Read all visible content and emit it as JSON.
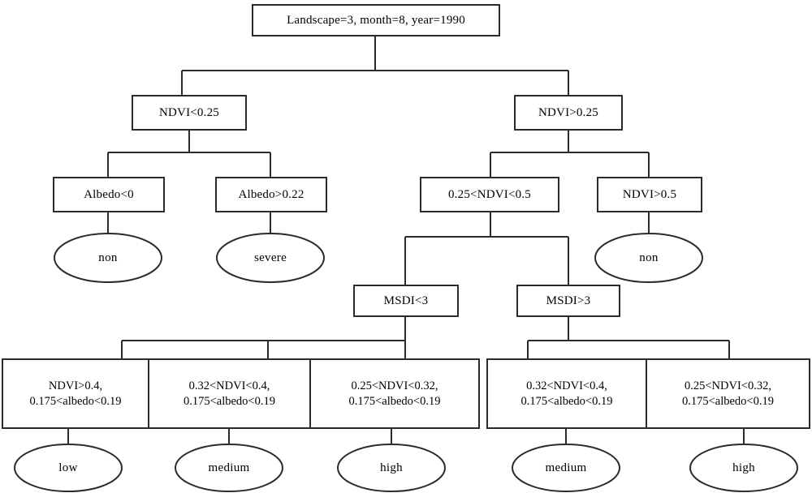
{
  "diagram": {
    "type": "decision-tree",
    "title_node": "Landscape=3, month=8, year=1990",
    "style": {
      "background": "#ffffff",
      "stroke": "#2b2b2b",
      "node_fill": "#ffffff",
      "text_color": "#000000"
    }
  },
  "nodes": {
    "root": {
      "label": "Landscape=3, month=8, year=1990",
      "shape": "rect"
    },
    "l1_left": {
      "label": "NDVI<0.25",
      "shape": "rect"
    },
    "l1_right": {
      "label": "NDVI>0.25",
      "shape": "rect"
    },
    "l2_a": {
      "label": "Albedo<0",
      "shape": "rect"
    },
    "l2_b": {
      "label": "Albedo>0.22",
      "shape": "rect"
    },
    "l2_c": {
      "label": "0.25<NDVI<0.5",
      "shape": "rect"
    },
    "l2_d": {
      "label": "NDVI>0.5",
      "shape": "rect"
    },
    "leaf_non_left": {
      "label": "non",
      "shape": "ellipse"
    },
    "leaf_severe": {
      "label": "severe",
      "shape": "ellipse"
    },
    "leaf_non_right": {
      "label": "non",
      "shape": "ellipse"
    },
    "l3_msdi_lt3": {
      "label": "MSDI<3",
      "shape": "rect"
    },
    "l3_msdi_gt3": {
      "label": "MSDI>3",
      "shape": "rect"
    },
    "l4_1": {
      "line1": "NDVI>0.4,",
      "line2": "0.175<albedo<0.19",
      "shape": "rect"
    },
    "l4_2": {
      "line1": "0.32<NDVI<0.4,",
      "line2": "0.175<albedo<0.19",
      "shape": "rect"
    },
    "l4_3": {
      "line1": "0.25<NDVI<0.32,",
      "line2": "0.175<albedo<0.19",
      "shape": "rect"
    },
    "l4_4": {
      "line1": "0.32<NDVI<0.4,",
      "line2": "0.175<albedo<0.19",
      "shape": "rect"
    },
    "l4_5": {
      "line1": "0.25<NDVI<0.32,",
      "line2": "0.175<albedo<0.19",
      "shape": "rect"
    },
    "leaf_low": {
      "label": "low",
      "shape": "ellipse"
    },
    "leaf_medium_1": {
      "label": "medium",
      "shape": "ellipse"
    },
    "leaf_high_1": {
      "label": "high",
      "shape": "ellipse"
    },
    "leaf_medium_2": {
      "label": "medium",
      "shape": "ellipse"
    },
    "leaf_high_2": {
      "label": "high",
      "shape": "ellipse"
    }
  },
  "edges": [
    {
      "from": "root",
      "to": "l1_left"
    },
    {
      "from": "root",
      "to": "l1_right"
    },
    {
      "from": "l1_left",
      "to": "l2_a"
    },
    {
      "from": "l1_left",
      "to": "l2_b"
    },
    {
      "from": "l1_right",
      "to": "l2_c"
    },
    {
      "from": "l1_right",
      "to": "l2_d"
    },
    {
      "from": "l2_a",
      "to": "leaf_non_left"
    },
    {
      "from": "l2_b",
      "to": "leaf_severe"
    },
    {
      "from": "l2_d",
      "to": "leaf_non_right"
    },
    {
      "from": "l2_c",
      "to": "l3_msdi_lt3"
    },
    {
      "from": "l2_c",
      "to": "l3_msdi_gt3"
    },
    {
      "from": "l3_msdi_lt3",
      "to": "l4_1"
    },
    {
      "from": "l3_msdi_lt3",
      "to": "l4_2"
    },
    {
      "from": "l3_msdi_lt3",
      "to": "l4_3"
    },
    {
      "from": "l3_msdi_gt3",
      "to": "l4_4"
    },
    {
      "from": "l3_msdi_gt3",
      "to": "l4_5"
    },
    {
      "from": "l4_1",
      "to": "leaf_low"
    },
    {
      "from": "l4_2",
      "to": "leaf_medium_1"
    },
    {
      "from": "l4_3",
      "to": "leaf_high_1"
    },
    {
      "from": "l4_4",
      "to": "leaf_medium_2"
    },
    {
      "from": "l4_5",
      "to": "leaf_high_2"
    }
  ]
}
